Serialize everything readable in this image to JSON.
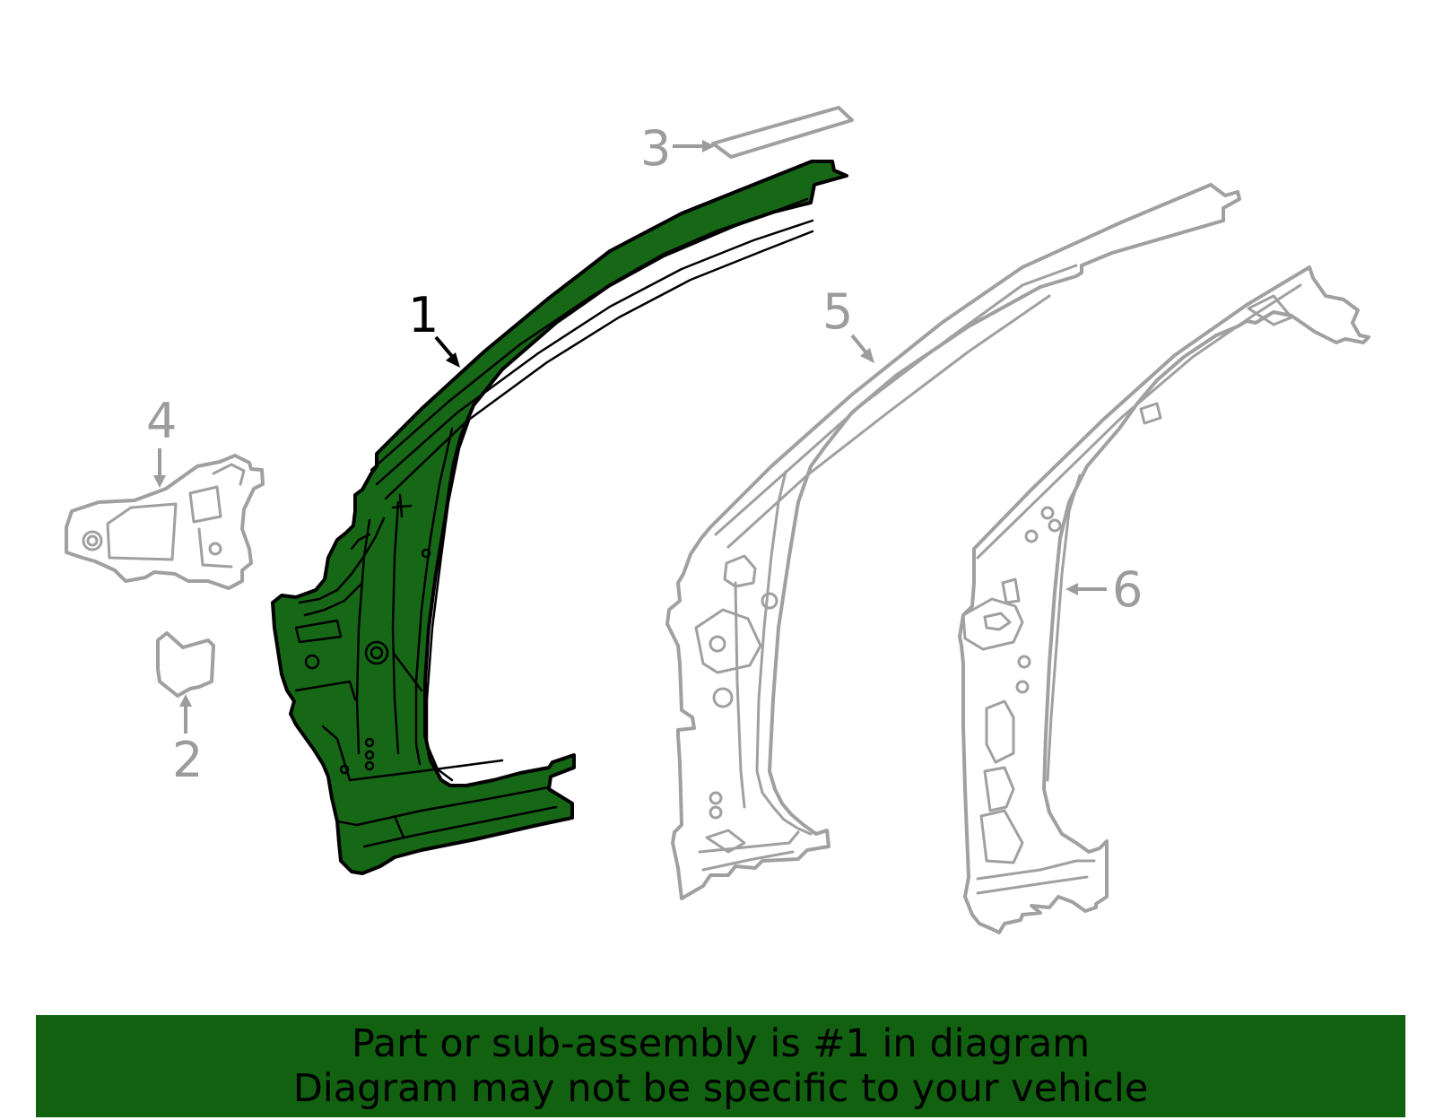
{
  "diagram": {
    "highlighted_part": "1",
    "callouts": [
      {
        "number": "1",
        "highlighted": true
      },
      {
        "number": "2",
        "highlighted": false
      },
      {
        "number": "3",
        "highlighted": false
      },
      {
        "number": "4",
        "highlighted": false
      },
      {
        "number": "5",
        "highlighted": false
      },
      {
        "number": "6",
        "highlighted": false
      }
    ],
    "colors": {
      "highlight_fill": "#166816",
      "highlight_outline": "#000000",
      "other_parts": "#a0a0a0",
      "banner_background": "#116111"
    }
  },
  "banner": {
    "line1": "Part or sub-assembly is #1 in diagram",
    "line2": "Diagram may not be specific to your vehicle"
  }
}
